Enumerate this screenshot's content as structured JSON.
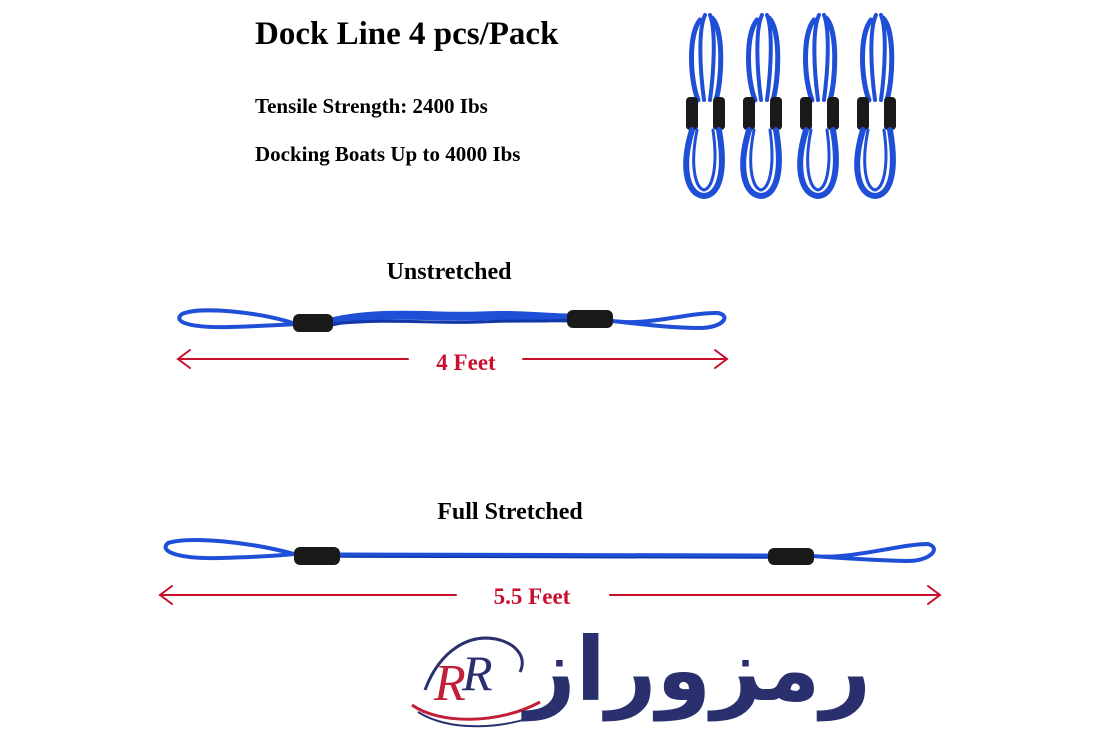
{
  "title": "Dock Line 4 pcs/Pack",
  "specs": {
    "tensile": "Tensile Strength: 2400 Ibs",
    "docking": "Docking Boats Up to 4000 Ibs"
  },
  "unstretched": {
    "label": "Unstretched",
    "length": "4 Feet"
  },
  "stretched": {
    "label": "Full Stretched",
    "length": "5.5 Feet"
  },
  "watermark": {
    "text": "رمزوراز",
    "monogram": "RR"
  },
  "colors": {
    "rope": "#1f4fd6",
    "rope_dark": "#1238a8",
    "sleeve": "#1a1a1a",
    "arrow": "#c8102e",
    "watermark_blue": "#2a2f6e",
    "watermark_red": "#c0203a"
  }
}
